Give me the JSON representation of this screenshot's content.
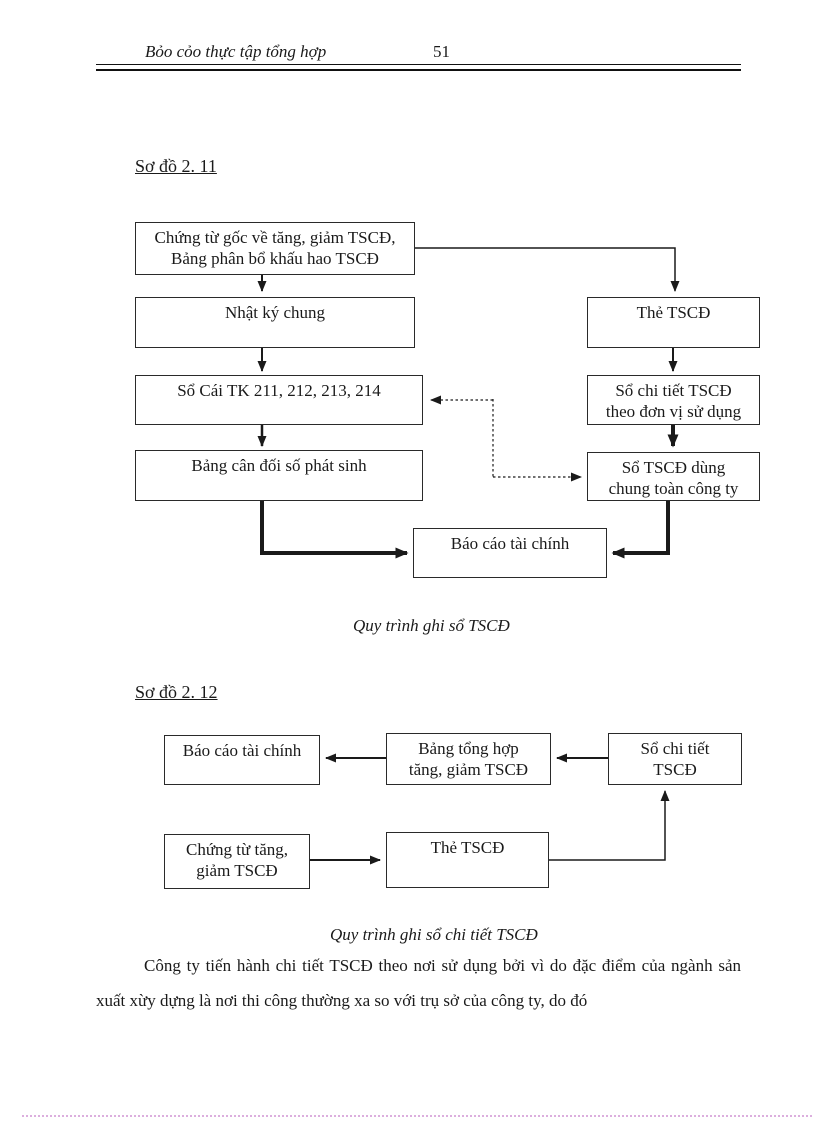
{
  "header": {
    "title": "Bỏo cỏo thực tập tổng hợp",
    "page_number": "51"
  },
  "diagram1": {
    "label": "Sơ đồ 2. 11",
    "caption": "Quy trình ghi sổ TSCĐ",
    "boxes": {
      "source_documents": "Chứng từ gốc về tăng, giảm TSCĐ,\nBảng phân bổ khấu hao TSCĐ",
      "general_journal": "Nhật ký chung",
      "asset_card": "Thẻ TSCĐ",
      "general_ledger": "Sổ Cái TK 211, 212, 213, 214",
      "asset_detail_book": "Sổ chi tiết TSCĐ\ntheo đơn vị sử dụng",
      "trial_balance": "Bảng cân đối số phát sinh",
      "company_asset_book": "Sổ TSCĐ dùng\nchung toàn công ty",
      "financial_report": "Báo cáo tài chính"
    }
  },
  "diagram2": {
    "label": "Sơ đồ 2. 12",
    "caption": "Quy trình ghi sổ chi tiết TSCĐ",
    "boxes": {
      "financial_report": "Báo cáo tài chính",
      "summary_table": "Bảng tổng hợp\ntăng, giảm TSCĐ",
      "detail_book": "Sổ chi tiết\nTSCĐ",
      "increase_decrease_docs": "Chứng từ tăng,\ngiảm TSCĐ",
      "asset_card": "Thẻ TSCĐ"
    }
  },
  "body_text": {
    "paragraph": "Công ty tiến hành chi tiết TSCĐ theo nơi sử dụng bởi vì do đặc điểm của ngành sản xuất xừy dựng là nơi thi công thường xa so với trụ sở của công ty, do đó"
  }
}
